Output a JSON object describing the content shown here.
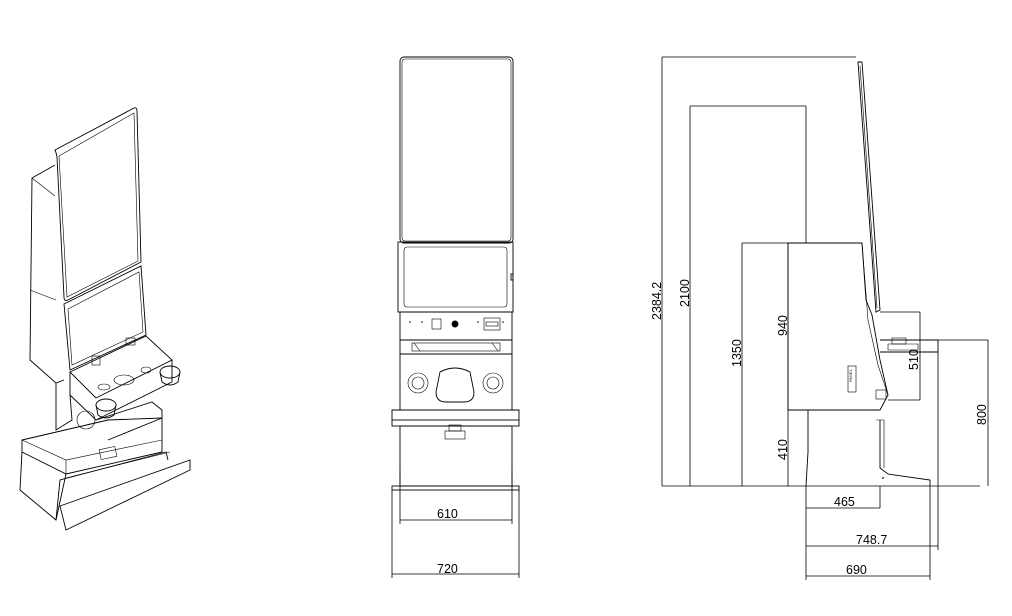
{
  "dimensions": {
    "front_width_610": "610",
    "front_width_720": "720",
    "height_2384": "2384.2",
    "height_2100": "2100",
    "height_1350": "1350",
    "height_940": "940",
    "height_410": "410",
    "depth_510": "510",
    "height_800": "800",
    "depth_465": "465",
    "depth_748": "748.7",
    "depth_690": "690"
  }
}
